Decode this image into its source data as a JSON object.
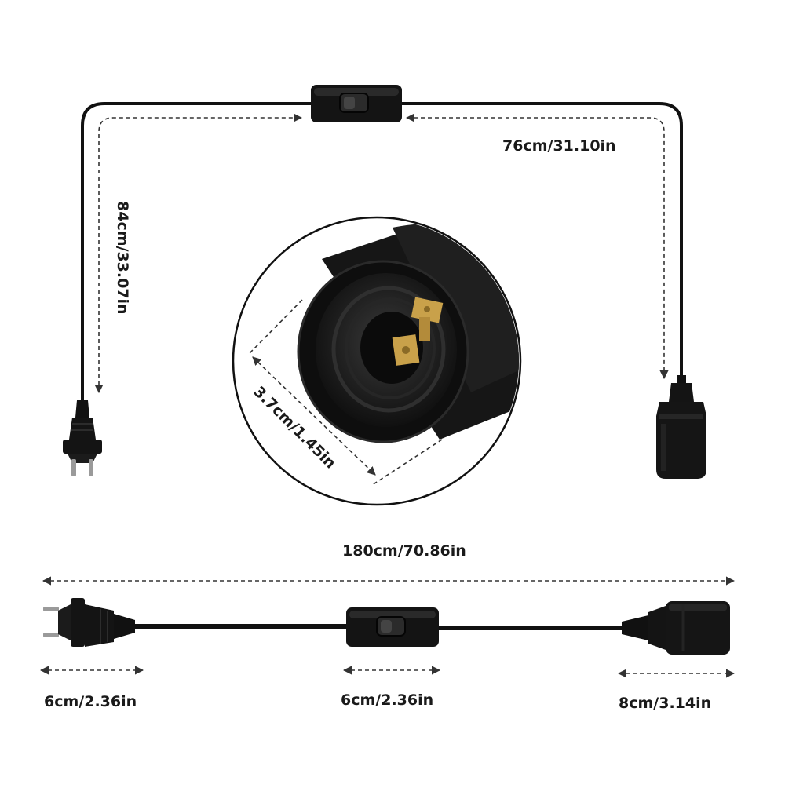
{
  "labels": {
    "left_cable": "84cm/33.07in",
    "right_cable": "76cm/31.10in",
    "socket_diameter": "3.7cm/1.45in",
    "total_length": "180cm/70.86in",
    "plug_length": "6cm/2.36in",
    "switch_length": "6cm/2.36in",
    "socket_length": "8cm/3.14in"
  },
  "colors": {
    "cable": "#111111",
    "brass": "#c9a14a",
    "dim_line": "#333333"
  }
}
